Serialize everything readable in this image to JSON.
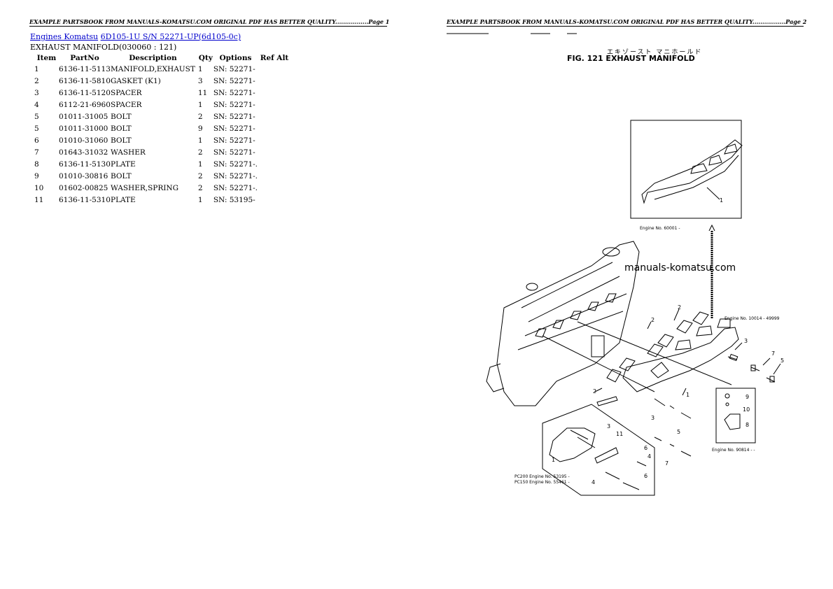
{
  "page1": {
    "header": "EXAMPLE PARTSBOOK FROM MANUALS-KOMATSU.COM ORIGINAL PDF HAS BETTER QUALITY.................Page 1",
    "breadcrumb": {
      "link1": "Engines Komatsu",
      "link2": "6D105-1U S/N 52271-UP(6d105-0c)"
    },
    "subtitle": "EXHAUST MANIFOLD(030060 : 121)",
    "table": {
      "columns": [
        "Item",
        "PartNo",
        "Description",
        "Qty",
        "Options",
        "Ref Alt"
      ],
      "rows": [
        [
          "1",
          "6136-11-5113",
          "MANIFOLD,EXHAUST",
          "1",
          "SN: 52271-",
          ""
        ],
        [
          "2",
          "6136-11-5810",
          "GASKET (K1)",
          "3",
          "SN: 52271-",
          ""
        ],
        [
          "3",
          "6136-11-5120",
          "SPACER",
          "11",
          "SN: 52271-",
          ""
        ],
        [
          "4",
          "6112-21-6960",
          "SPACER",
          "1",
          "SN: 52271-",
          ""
        ],
        [
          "5",
          "01011-31005",
          "BOLT",
          "2",
          "SN: 52271-",
          ""
        ],
        [
          "5",
          "01011-31000",
          "BOLT",
          "9",
          "SN: 52271-",
          ""
        ],
        [
          "6",
          "01010-31060",
          "BOLT",
          "1",
          "SN: 52271-",
          ""
        ],
        [
          "7",
          "01643-31032",
          "WASHER",
          "2",
          "SN: 52271-",
          ""
        ],
        [
          "8",
          "6136-11-5130",
          "PLATE",
          "1",
          "SN: 52271-.",
          ""
        ],
        [
          "9",
          "01010-30816",
          "BOLT",
          "2",
          "SN: 52271-.",
          ""
        ],
        [
          "10",
          "01602-00825",
          "WASHER,SPRING",
          "2",
          "SN: 52271-.",
          ""
        ],
        [
          "11",
          "6136-11-5310",
          "PLATE",
          "1",
          "SN: 53195-",
          ""
        ]
      ]
    }
  },
  "page2": {
    "header": "EXAMPLE PARTSBOOK FROM MANUALS-KOMATSU.COM ORIGINAL PDF HAS BETTER QUALITY.................Page 2",
    "figure": {
      "title_jp": "エキゾースト マニホールド",
      "title": "FIG. 121  EXHAUST MANIFOLD",
      "watermark": "manuals-komatsu.com",
      "callouts": [
        "1",
        "2",
        "2",
        "2",
        "3",
        "3",
        "4",
        "4",
        "5",
        "5",
        "6",
        "6",
        "7",
        "7",
        "8",
        "9",
        "10",
        "11",
        "1",
        "1",
        "3"
      ],
      "notes": {
        "top": "Engine No. 60001 -",
        "right": "Engine No. 10014 - 49999",
        "bracket": "Engine No. 90814 - -",
        "bottom1": "PC200 Engine No. 53195 -",
        "bottom2": "PC150 Engine No. 55461 -"
      }
    }
  }
}
